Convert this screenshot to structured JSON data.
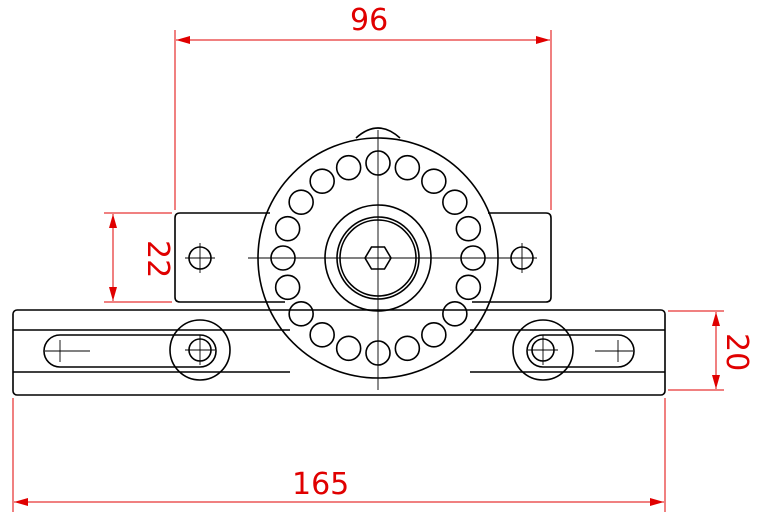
{
  "drawing": {
    "dimensions": {
      "top_width": "96",
      "plate_height": "22",
      "base_height": "20",
      "overall_width": "165"
    },
    "colors": {
      "dimension": "#e00000",
      "outline": "#000000"
    },
    "bolt_circle_holes": 20
  }
}
